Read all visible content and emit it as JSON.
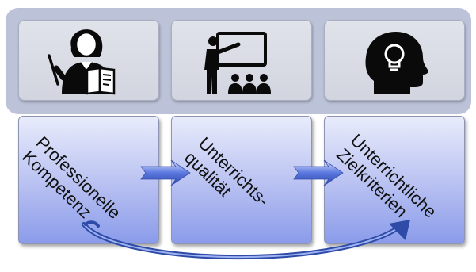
{
  "boxes": [
    {
      "id": "professionelle-kompetenz",
      "icon": "teacher-reading-icon",
      "label": "Professionelle\nKompetenz"
    },
    {
      "id": "unterrichtsqualitaet",
      "icon": "teacher-presentation-icon",
      "label": "Unterrichts-\nqualität"
    },
    {
      "id": "zielkriterien",
      "icon": "head-lightbulb-icon",
      "label": "Unterrichtliche\nZielkriterien"
    }
  ],
  "colors": {
    "band": "#bcc3d9",
    "icon_box": "#d8dae3",
    "text_box_top": "#e9ecfb",
    "text_box_bottom": "#8a9bea",
    "arrow": "#5a74d6",
    "icon": "#0a0a0a"
  }
}
